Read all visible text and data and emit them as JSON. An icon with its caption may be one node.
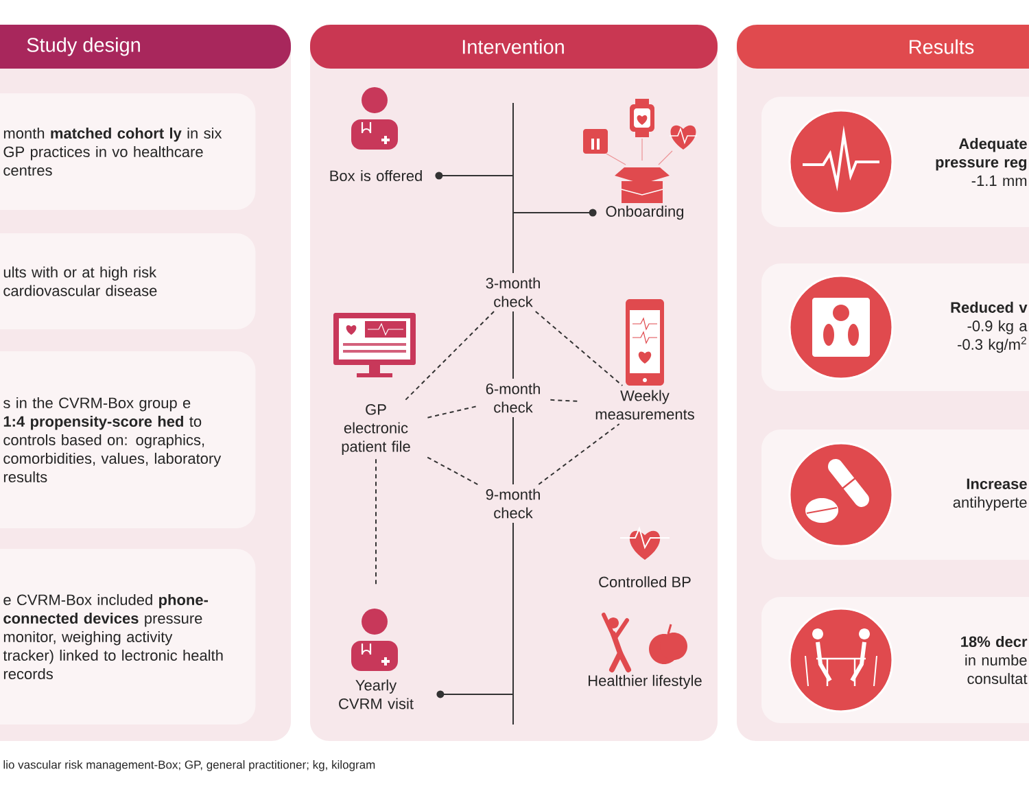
{
  "diagram": {
    "caption": "lio vascular risk management-Box; GP, general practitioner; kg, kilogram",
    "nodes": [
      {
        "text": [
          "Study design"
        ]
      },
      {
        "text": [
          "month **matched cohort ly** in six GP practices in vo healthcare centres"
        ],
        "in": 0
      },
      {
        "text": [
          "ults with or at high risk cardiovascular disease"
        ],
        "in": 0
      },
      {
        "text": [
          "s in the CVRM-Box group e **1:4 propensity-score hed** to controls based on: ographics, comorbidities, values, laboratory results"
        ],
        "in": 0
      },
      {
        "text": [
          "e CVRM-Box included **phone-connected devices** pressure monitor, weighing activity tracker) linked to lectronic health records"
        ],
        "in": 0
      },
      {
        "text": [
          "Intervention"
        ]
      },
      {
        "text": [
          "Box is offered"
        ],
        "in": 5
      },
      {
        "text": [
          "Onboarding"
        ],
        "in": 5
      },
      {
        "text": [
          "3-month check"
        ],
        "in": 5
      },
      {
        "text": [
          "GP electronic patient file"
        ],
        "in": 5
      },
      {
        "text": [
          "6-month check"
        ],
        "in": 5
      },
      {
        "text": [
          "Weekly measurements"
        ],
        "in": 5
      },
      {
        "text": [
          "9-month check"
        ],
        "in": 5
      },
      {
        "text": [
          "Yearly CVRM visit"
        ],
        "in": 5
      },
      {
        "text": [
          "Results"
        ]
      },
      {
        "text": [
          "Adequate pressure reg",
          "-1.1 mm"
        ],
        "in": 14
      },
      {
        "text": [
          "Reduced v",
          "-0.9 kg a -0.3 kg/m$^{2}$"
        ],
        "in": 14
      },
      {
        "text": [
          "Increase",
          "antihyperte"
        ],
        "in": 14
      },
      {
        "text": [
          "18% decr",
          "in numbe consultat"
        ],
        "in": 14
      }
    ],
    "edges": [
      {
        "from": null,
        "to": 6,
        "arrow": "to"
      },
      {
        "from": null,
        "to": 7,
        "arrow": "to"
      },
      {
        "from": null,
        "to": 8,
        "arrow": "none"
      },
      {
        "from": 8,
        "to": 10,
        "arrow": "none"
      },
      {
        "from": 10,
        "to": 12,
        "arrow": "none"
      },
      {
        "from": 12,
        "to": null,
        "arrow": "none"
      },
      {
        "from": null,
        "to": 13,
        "arrow": "to"
      },
      {
        "from": 8,
        "to": 9,
        "arrow": "none",
        "style": "dashed"
      },
      {
        "from": 8,
        "to": 11,
        "arrow": "none",
        "style": "dashed"
      },
      {
        "from": 10,
        "to": 9,
        "arrow": "none",
        "style": "dashed"
      },
      {
        "from": 10,
        "to": 11,
        "arrow": "none",
        "style": "dashed"
      },
      {
        "from": 12,
        "to": 9,
        "arrow": "none",
        "style": "dashed"
      },
      {
        "from": 12,
        "to": 11,
        "arrow": "none",
        "style": "dashed"
      },
      {
        "from": 9,
        "to": 13,
        "arrow": "none",
        "style": "dashed"
      }
    ],
    "labels": [
      "Controlled BP",
      "Healthier lifestyle"
    ]
  }
}
